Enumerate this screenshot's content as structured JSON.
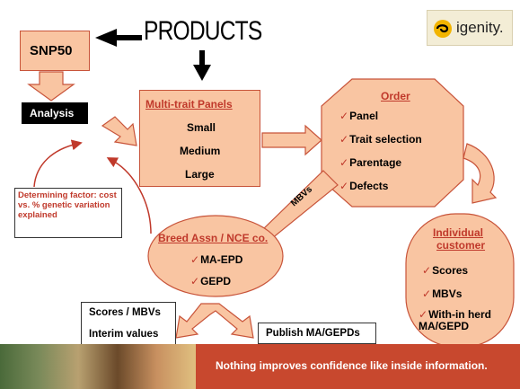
{
  "title": "PRODUCTS",
  "logo": {
    "text": "igenity.",
    "icon": "igenity-swirl-icon"
  },
  "snp50": {
    "label": "SNP50"
  },
  "analysis": {
    "label": "Analysis"
  },
  "panels": {
    "title": "Multi-trait Panels",
    "items": [
      "Small",
      "Medium",
      "Large"
    ]
  },
  "order": {
    "title": "Order",
    "items": [
      "Panel",
      "Trait selection",
      "Parentage",
      "Defects"
    ]
  },
  "mbvs_arrow": {
    "label": "MBVs"
  },
  "breed": {
    "title": "Breed Assn / NCE co.",
    "items": [
      "MA-EPD",
      "GEPD"
    ]
  },
  "individual": {
    "title_line1": "Individual",
    "title_line2": "customer",
    "items": [
      "Scores",
      "MBVs",
      "With-in herd MA/GEPD"
    ]
  },
  "determining": {
    "text": "Determining factor: cost vs. % genetic variation explained"
  },
  "scores_box": {
    "line1": "Scores / MBVs",
    "line2": "Interim values"
  },
  "publish_box": {
    "label": "Publish MA/GEPDs"
  },
  "footer": {
    "message": "Nothing improves confidence like inside information."
  },
  "check_symbol": "✓",
  "colors": {
    "accent_fill": "#f9c5a2",
    "accent_stroke": "#c8543a",
    "red_text": "#c0392b",
    "footer": "#c8482e"
  }
}
